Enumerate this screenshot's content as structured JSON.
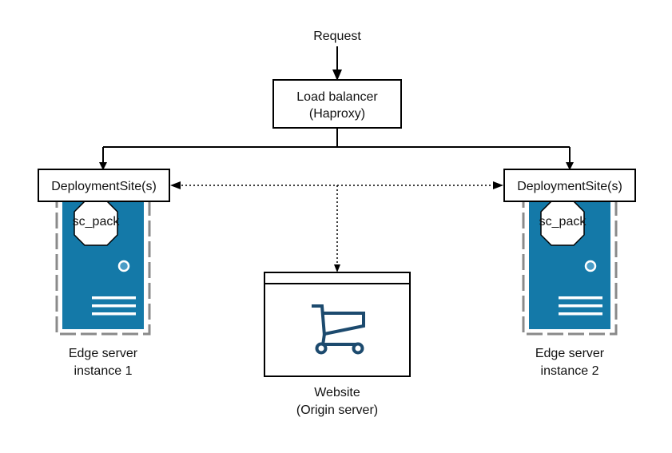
{
  "request_label": "Request",
  "load_balancer": {
    "line1": "Load balancer",
    "line2": "(Haproxy)"
  },
  "edge_servers": [
    {
      "deployment_site_label": "DeploymentSite(s)",
      "package_label": "sc_pack",
      "caption_line1": "Edge server",
      "caption_line2": "instance 1"
    },
    {
      "deployment_site_label": "DeploymentSite(s)",
      "package_label": "sc_pack",
      "caption_line1": "Edge server",
      "caption_line2": "instance 2"
    }
  ],
  "website": {
    "icon": "shopping-cart-icon",
    "caption_line1": "Website",
    "caption_line2": "(Origin server)"
  },
  "colors": {
    "server_blue": "#1479A8",
    "server_dot": "#4A9CC6",
    "cart": "#1C4A6E",
    "dash_gray": "#8A8A8A",
    "line": "#000000"
  }
}
